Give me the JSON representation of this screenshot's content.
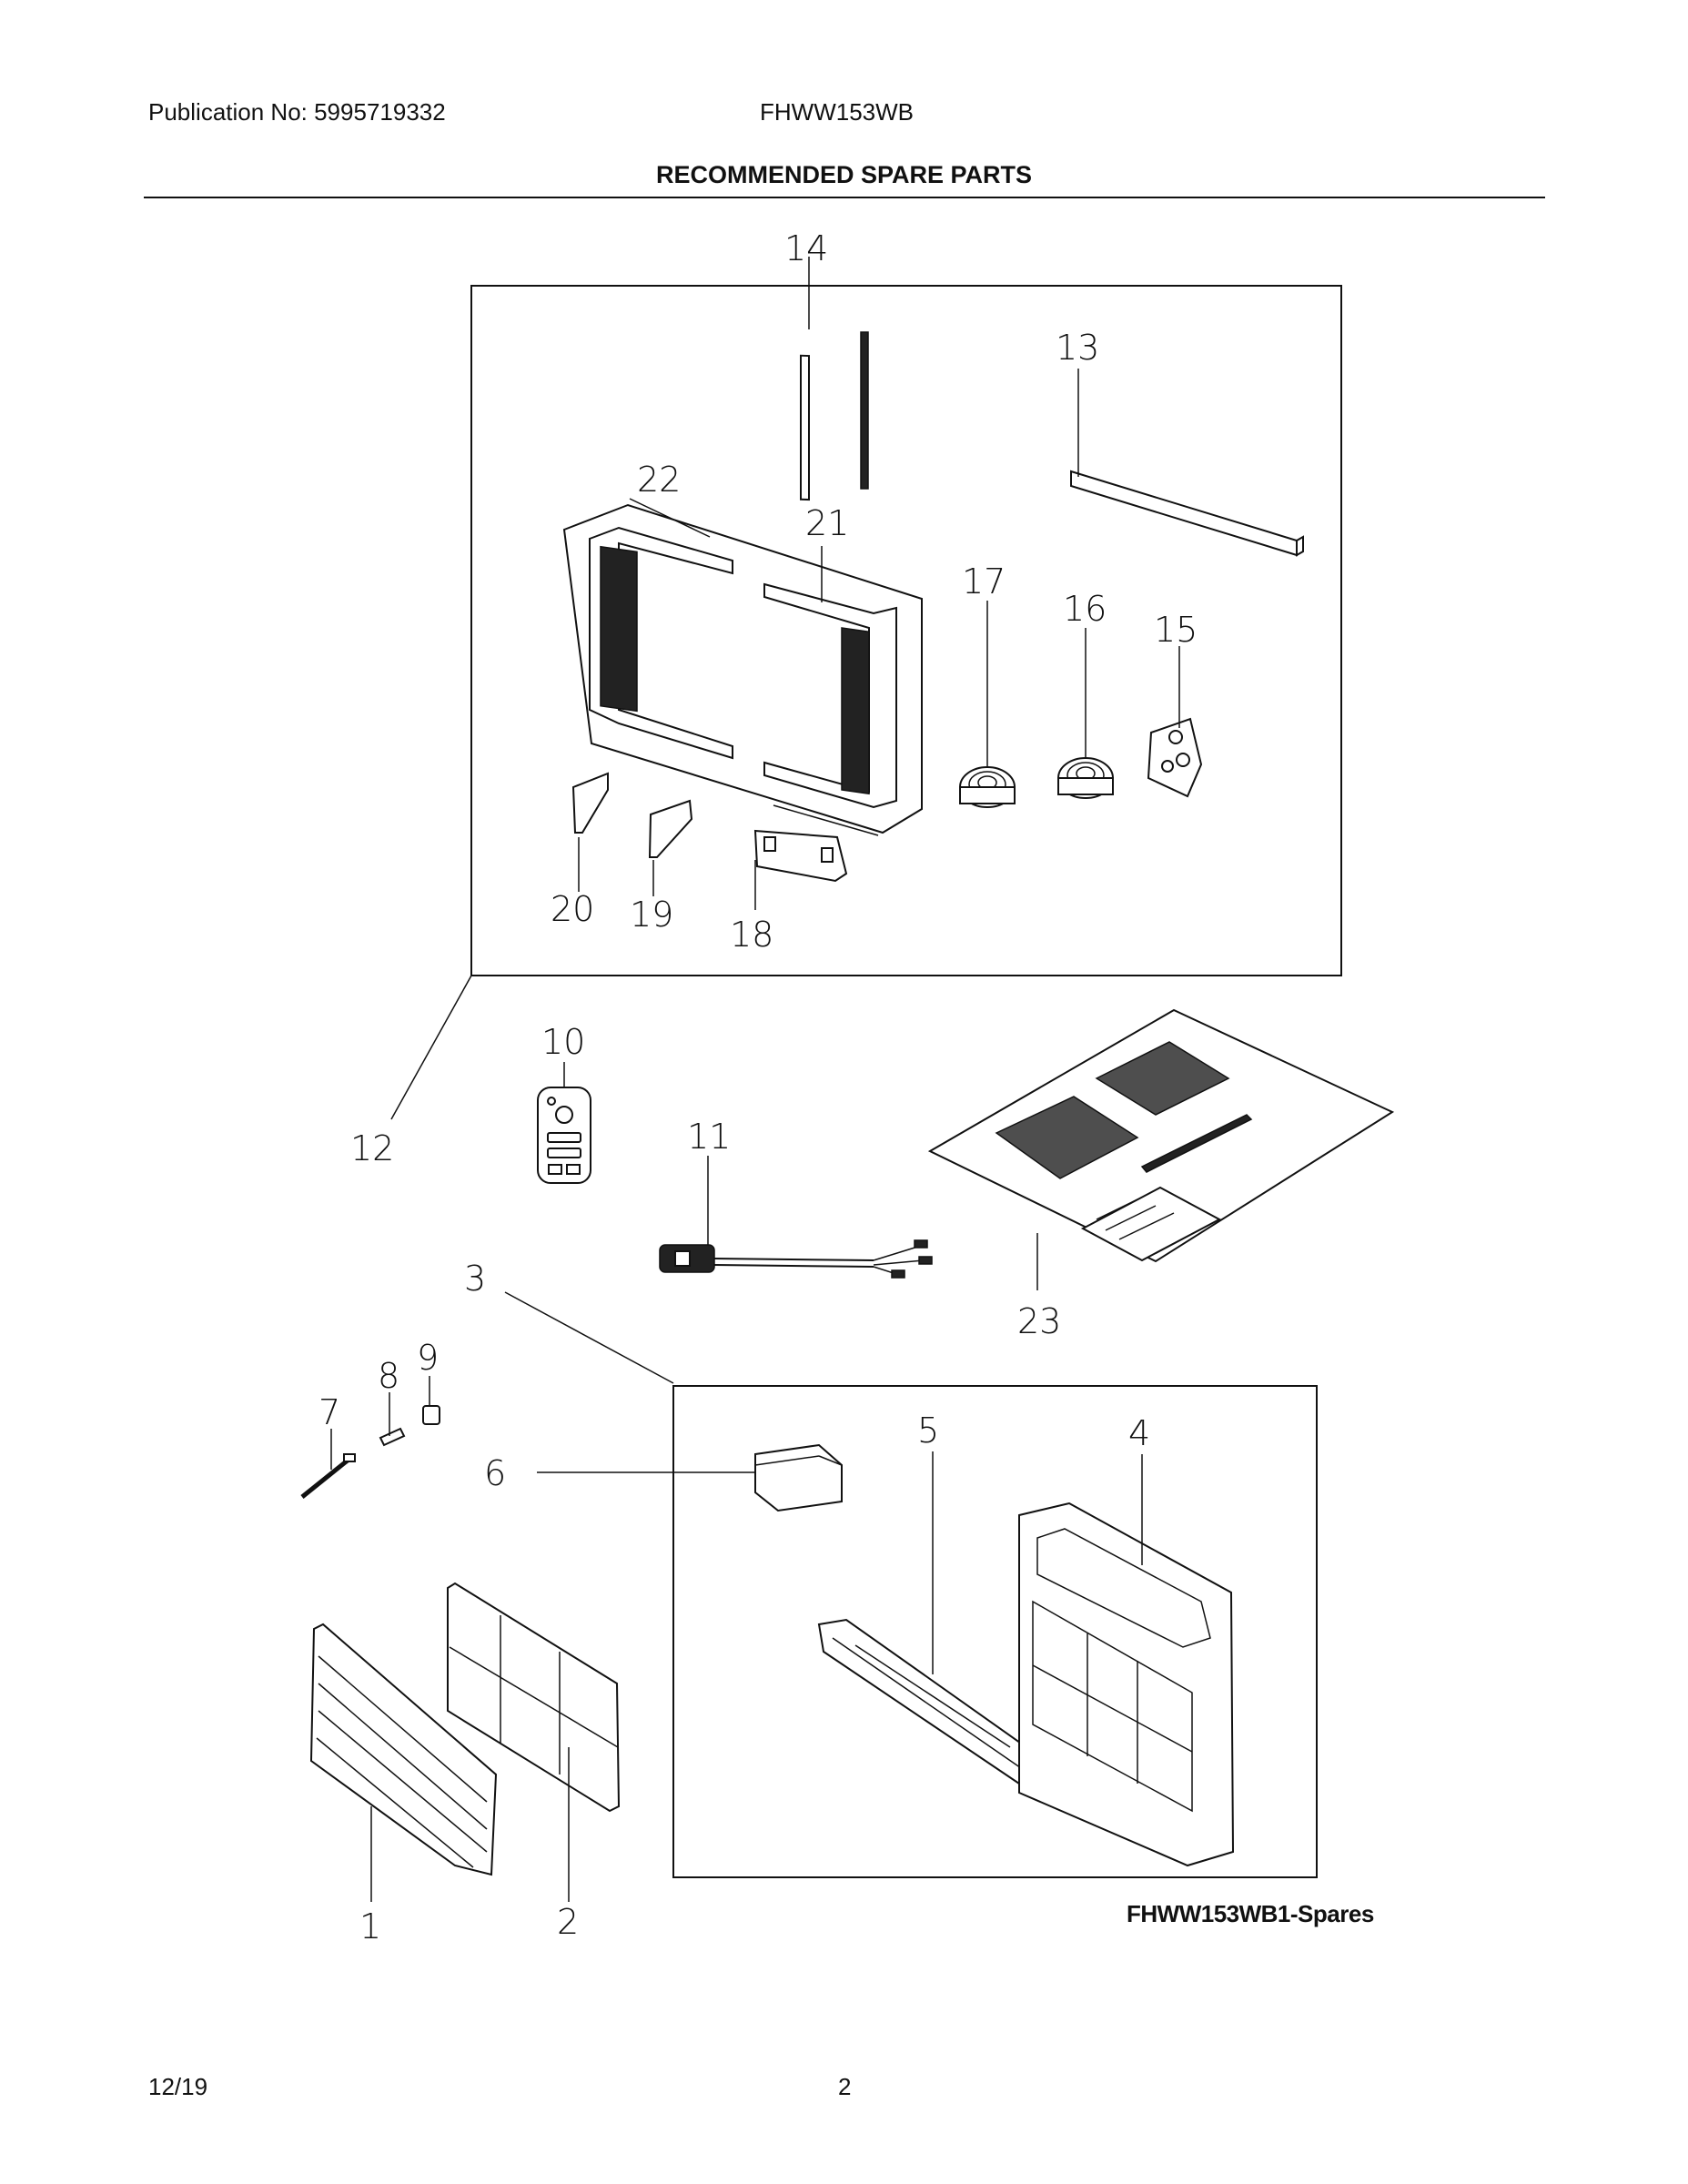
{
  "header": {
    "publication": "Publication No: 5995719332",
    "model": "FHWW153WB",
    "title": "RECOMMENDED SPARE PARTS"
  },
  "diagram": {
    "label": "FHWW153WB1-Spares",
    "callouts": [
      "1",
      "2",
      "3",
      "4",
      "5",
      "6",
      "7",
      "8",
      "9",
      "10",
      "11",
      "12",
      "13",
      "14",
      "15",
      "16",
      "17",
      "18",
      "19",
      "20",
      "21",
      "22",
      "23"
    ]
  },
  "footer": {
    "date": "12/19",
    "page": "2"
  }
}
